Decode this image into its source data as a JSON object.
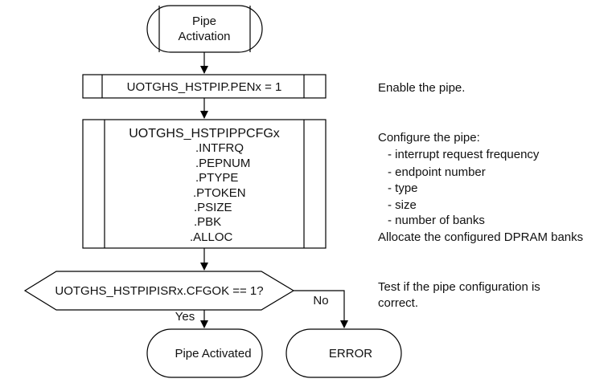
{
  "start": {
    "line1": "Pipe",
    "line2": "Activation"
  },
  "step_enable": {
    "label": "UOTGHS_HSTPIP.PENx = 1",
    "note": "Enable the pipe."
  },
  "step_config": {
    "register": "UOTGHS_HSTPIPPCFGx",
    "fields": [
      ".INTFRQ",
      ".PEPNUM",
      ".PTYPE",
      ".PTOKEN",
      ".PSIZE",
      ".PBK",
      ".ALLOC"
    ],
    "note_title": "Configure the pipe:",
    "note_items": [
      "- interrupt request frequency",
      "- endpoint number",
      "- type",
      "- size",
      "- number of banks"
    ],
    "note_footer": "Allocate the configured DPRAM banks"
  },
  "decision": {
    "label": "UOTGHS_HSTPIPISRx.CFGOK == 1?",
    "note_line1": "Test if the pipe configuration is",
    "note_line2": "correct.",
    "yes_label": "Yes",
    "no_label": "No"
  },
  "end_ok": {
    "label": "Pipe Activated"
  },
  "end_error": {
    "label": "ERROR"
  }
}
